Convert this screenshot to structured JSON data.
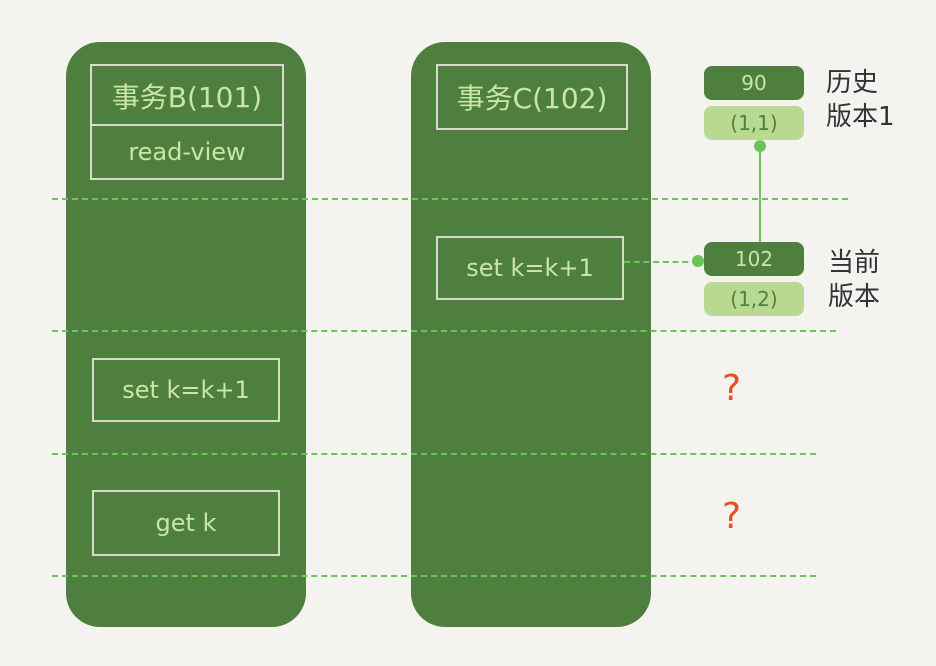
{
  "txB": {
    "title": "事务B(101)",
    "read_view": "read-view",
    "step2": "set k=k+1",
    "step3": "get k"
  },
  "txC": {
    "title": "事务C(102)",
    "step1": "set k=k+1"
  },
  "versions": [
    {
      "trx": "90",
      "value": "(1,1)",
      "label1": "历史",
      "label2": "版本1"
    },
    {
      "trx": "102",
      "value": "(1,2)",
      "label1": "当前",
      "label2": "版本"
    }
  ],
  "questions": [
    "?",
    "?"
  ],
  "colors": {
    "column": "#4f7f3e",
    "light": "#b7d990",
    "dash": "#6cc35a",
    "question": "#e0531c"
  }
}
